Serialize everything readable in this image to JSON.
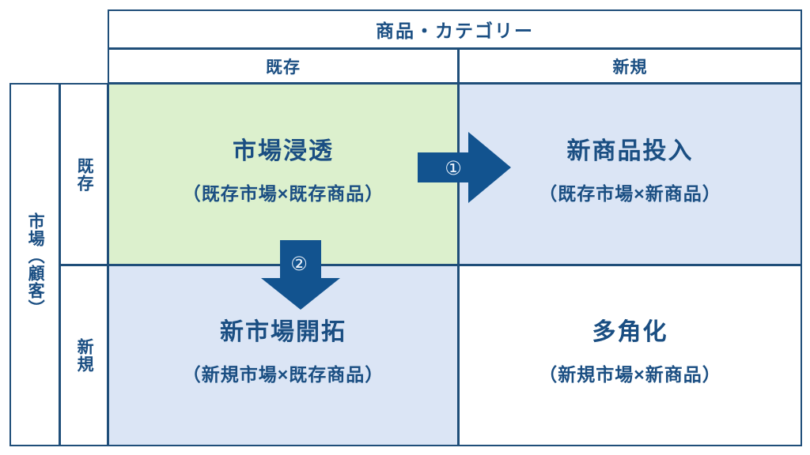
{
  "diagram": {
    "type": "ansoff-matrix",
    "column_axis": {
      "title": "商品・カテゴリー",
      "categories": [
        {
          "key": "existing",
          "label": "既存"
        },
        {
          "key": "new",
          "label": "新規"
        }
      ]
    },
    "row_axis": {
      "title": "市場（顧客）",
      "categories": [
        {
          "key": "existing",
          "label": "既存"
        },
        {
          "key": "new",
          "label": "新規"
        }
      ]
    },
    "quadrants": [
      {
        "key": "market-penetration",
        "title": "市場浸透",
        "subtitle": "（既存市場×既存商品）",
        "fill": "#dcf0cd"
      },
      {
        "key": "product-development",
        "title": "新商品投入",
        "subtitle": "（既存市場×新商品）",
        "fill": "#dbe5f5"
      },
      {
        "key": "market-development",
        "title": "新市場開拓",
        "subtitle": "（新規市場×既存商品）",
        "fill": "#dbe5f5"
      },
      {
        "key": "diversification",
        "title": "多角化",
        "subtitle": "（新規市場×新商品）",
        "fill": "#ffffff"
      }
    ],
    "arrows": [
      {
        "key": "penetration-to-product-development",
        "direction": "right",
        "badge": "①",
        "color": "#12538f"
      },
      {
        "key": "penetration-to-market-development",
        "direction": "down",
        "badge": "②",
        "color": "#12538f"
      }
    ],
    "colors": {
      "border": "#1f4e79",
      "text": "#1a4e82",
      "green_fill": "#dcf0cd",
      "blue_fill": "#dbe5f5",
      "arrow": "#12538f",
      "background": "#ffffff"
    }
  }
}
